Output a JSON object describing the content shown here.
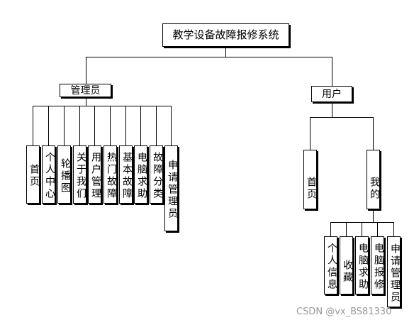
{
  "root": {
    "label": "教学设备故障报修系统"
  },
  "admin": {
    "label": "管理员",
    "children": [
      "首页",
      "个人中心",
      "轮播图",
      "关于我们",
      "用户管理",
      "热门故障",
      "基本故障",
      "电脑求助",
      "故障分类",
      "申请管理员"
    ]
  },
  "user": {
    "label": "用户",
    "children": [
      "首页",
      "我的"
    ],
    "mine": {
      "children": [
        "个人信息",
        "收藏",
        "电脑求助",
        "电脑报修",
        "申请管理员"
      ]
    }
  },
  "watermark": "CSDN @vx_BS81330"
}
